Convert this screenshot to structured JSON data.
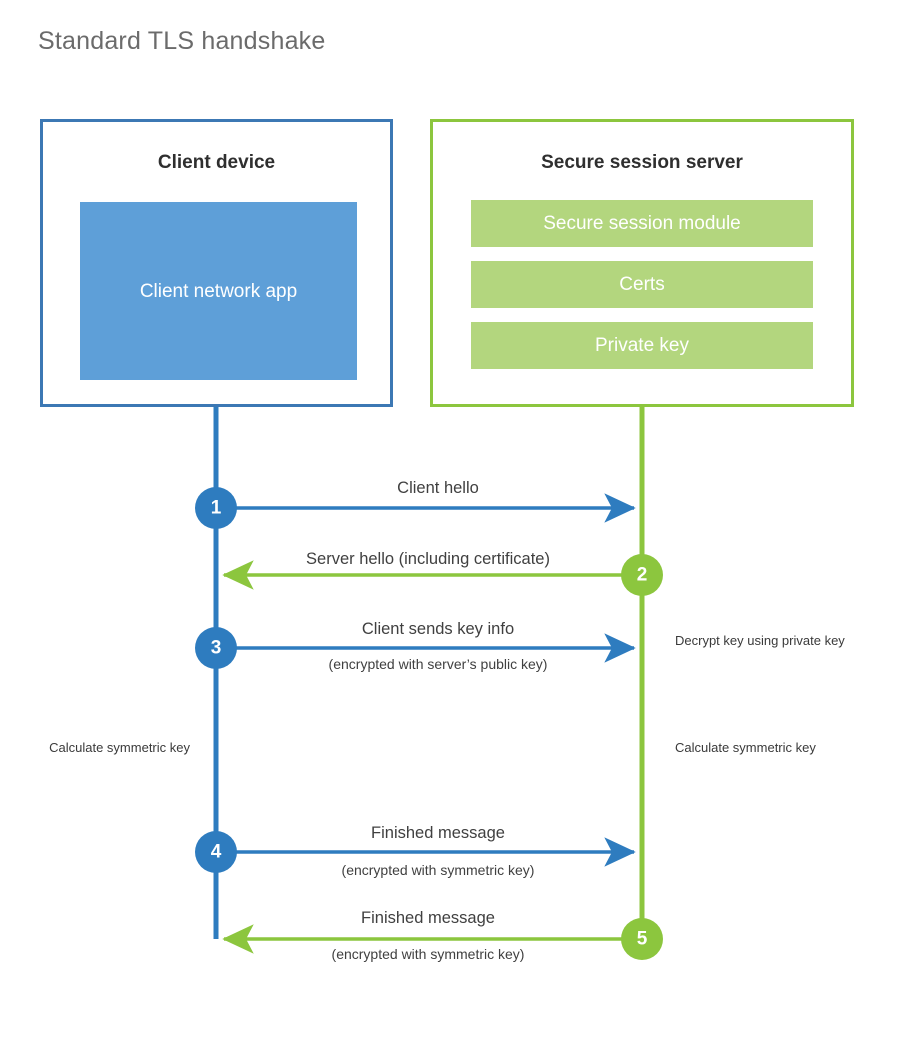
{
  "title": "Standard TLS handshake",
  "colors": {
    "client_border": "#3C78B4",
    "client_fill": "#5E9FD8",
    "client_line": "#2E7CBF",
    "server_border": "#8CC63E",
    "server_fill": "#B3D67E",
    "server_line": "#8CC63E",
    "title_text": "#6b6b6b",
    "body_text": "#404040",
    "background": "#ffffff"
  },
  "client": {
    "title": "Client device",
    "app_label": "Client network app"
  },
  "server": {
    "title": "Secure session server",
    "blocks": [
      {
        "label": "Secure session module"
      },
      {
        "label": "Certs"
      },
      {
        "label": "Private key"
      }
    ]
  },
  "steps": [
    {
      "number": "1",
      "main": "Client hello",
      "sub": "",
      "direction": "client-to-server",
      "color": "#2E7CBF"
    },
    {
      "number": "2",
      "main": "Server hello (including certificate)",
      "sub": "",
      "direction": "server-to-client",
      "color": "#8CC63E"
    },
    {
      "number": "3",
      "main": "Client sends key info",
      "sub": "(encrypted with server’s public key)",
      "direction": "client-to-server",
      "color": "#2E7CBF"
    },
    {
      "number": "4",
      "main": "Finished message",
      "sub": "(encrypted with symmetric key)",
      "direction": "client-to-server",
      "color": "#2E7CBF"
    },
    {
      "number": "5",
      "main": "Finished message",
      "sub": "(encrypted with symmetric key)",
      "direction": "server-to-client",
      "color": "#8CC63E"
    }
  ],
  "notes": {
    "decrypt_key": "Decrypt key using private key",
    "calculate_symmetric_key_client": "Calculate symmetric key",
    "calculate_symmetric_key_server": "Calculate symmetric key"
  }
}
